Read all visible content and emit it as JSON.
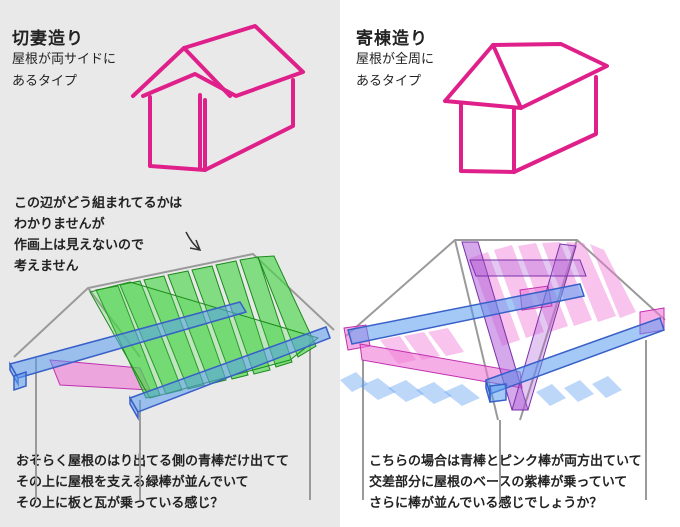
{
  "left": {
    "title": "切妻造り",
    "subtitle_lines": [
      "屋根が両サイドに",
      "あるタイプ"
    ],
    "note_lines": [
      "この辺がどう組まれてるかは",
      "わかりませんが",
      "作画上は見えないので",
      "考えません"
    ],
    "caption_lines": [
      "おそらく屋根のはり出てる側の青棒だけ出てて",
      "その上に屋根を支える緑棒が並んでいて",
      "その上に板と瓦が乗っている感じ？"
    ]
  },
  "right": {
    "title": "寄棟造り",
    "subtitle_lines": [
      "屋根が全周に",
      "あるタイプ"
    ],
    "caption_lines": [
      "こちらの場合は青棒とピンク棒が両方出ていて",
      "交差部分に屋根のベースの紫棒が乗っていて",
      "さらに棒が並んでいる感じでしょうか？"
    ]
  },
  "colors": {
    "left_bg": "#e9e9e9",
    "right_bg": "#ffffff",
    "magenta": "#e0208a",
    "green": "#4cd64c",
    "blue": "#5a9cf0",
    "pink": "#f07ad6",
    "purple": "#b060d8",
    "gray_line": "#9a9a9a"
  }
}
